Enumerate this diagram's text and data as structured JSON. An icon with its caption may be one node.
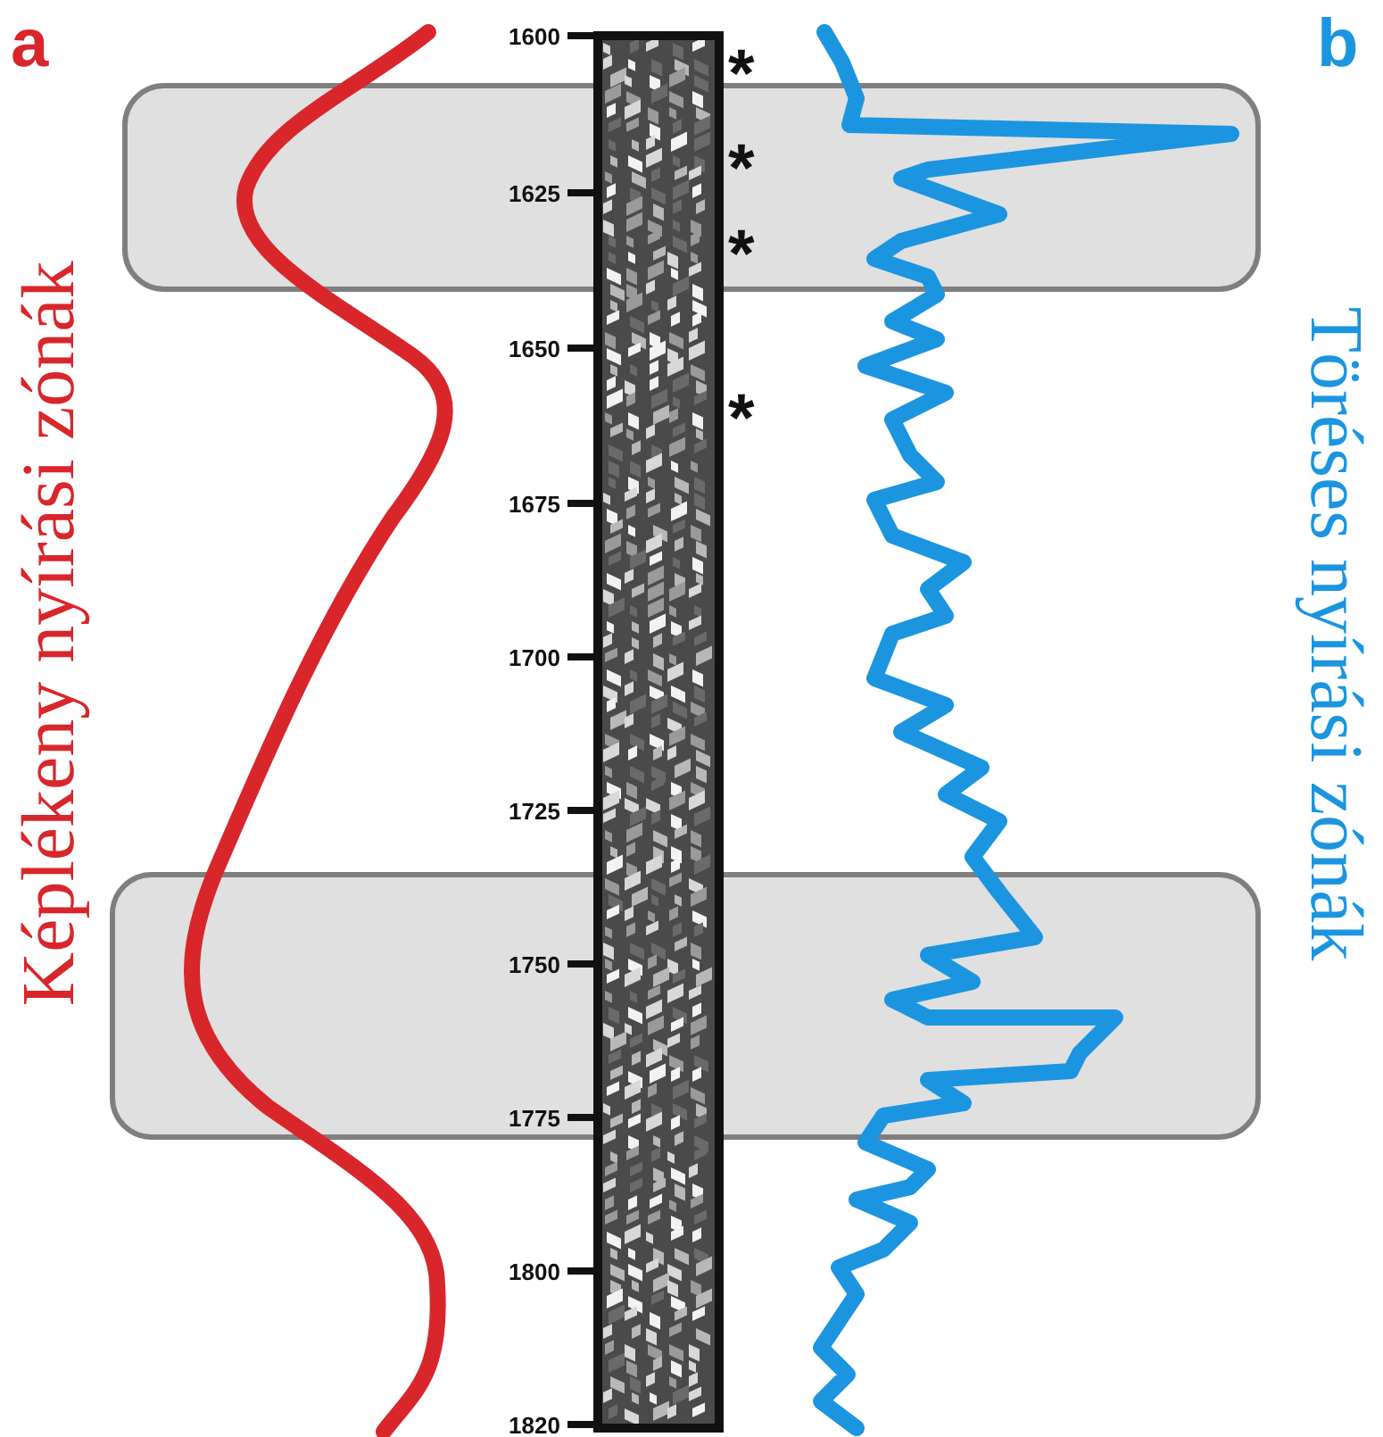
{
  "diagram": {
    "labels": [
      "a",
      "Képlékeny nyírási zónák",
      "1600",
      "1625",
      "1650",
      "1675",
      "1700",
      "1725",
      "1750",
      "1775",
      "1800",
      "1820",
      "*",
      "*",
      "*",
      "*",
      "b",
      "Töréses nyírási zónák"
    ]
  }
}
